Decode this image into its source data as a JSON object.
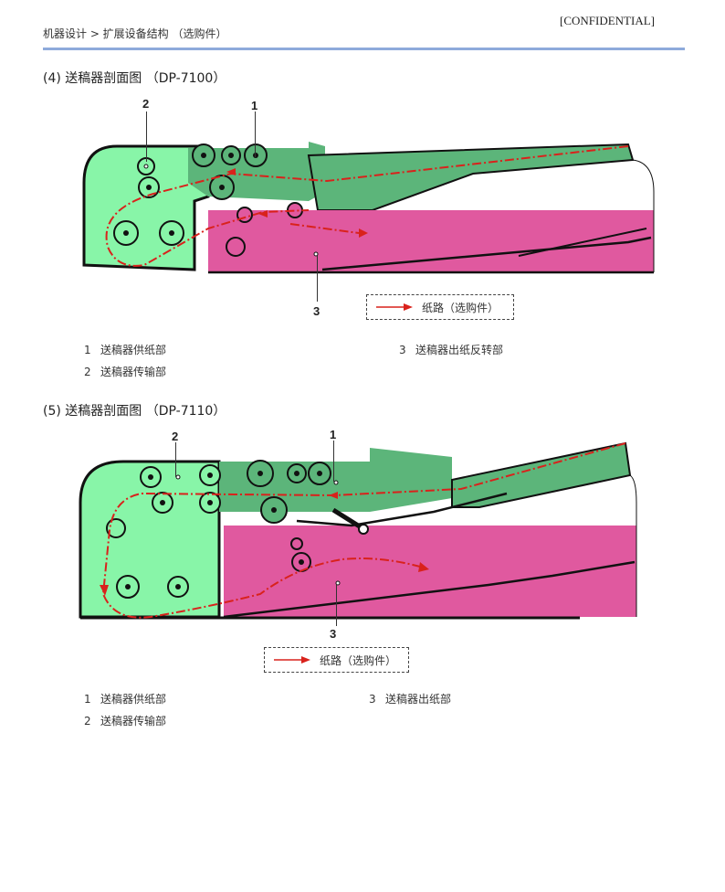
{
  "header": {
    "breadcrumb": "机器设计 > 扩展设备结构 （选购件）",
    "confidential": "[CONFIDENTIAL]",
    "rule_color": "#8eaadb"
  },
  "colors": {
    "light_green": "#88f5a8",
    "dark_green": "#5cb57a",
    "pink": "#e0599f",
    "paper_path": "#d9221c",
    "outline": "#111111"
  },
  "sections": [
    {
      "title": "(4) 送稿器剖面图 （DP-7100）",
      "callouts": [
        {
          "number": "1"
        },
        {
          "number": "2"
        },
        {
          "number": "3"
        }
      ],
      "legend": {
        "icon": "red-arrow-icon",
        "label": "纸路（选购件）"
      },
      "items": [
        {
          "number": "1",
          "label": "送稿器供纸部"
        },
        {
          "number": "2",
          "label": "送稿器传输部"
        },
        {
          "number": "3",
          "label": "送稿器出纸反转部"
        }
      ]
    },
    {
      "title": "(5) 送稿器剖面图 （DP-7110）",
      "callouts": [
        {
          "number": "1"
        },
        {
          "number": "2"
        },
        {
          "number": "3"
        }
      ],
      "legend": {
        "icon": "red-arrow-icon",
        "label": "纸路（选购件）"
      },
      "items": [
        {
          "number": "1",
          "label": "送稿器供纸部"
        },
        {
          "number": "2",
          "label": "送稿器传输部"
        },
        {
          "number": "3",
          "label": "送稿器出纸部"
        }
      ]
    }
  ]
}
